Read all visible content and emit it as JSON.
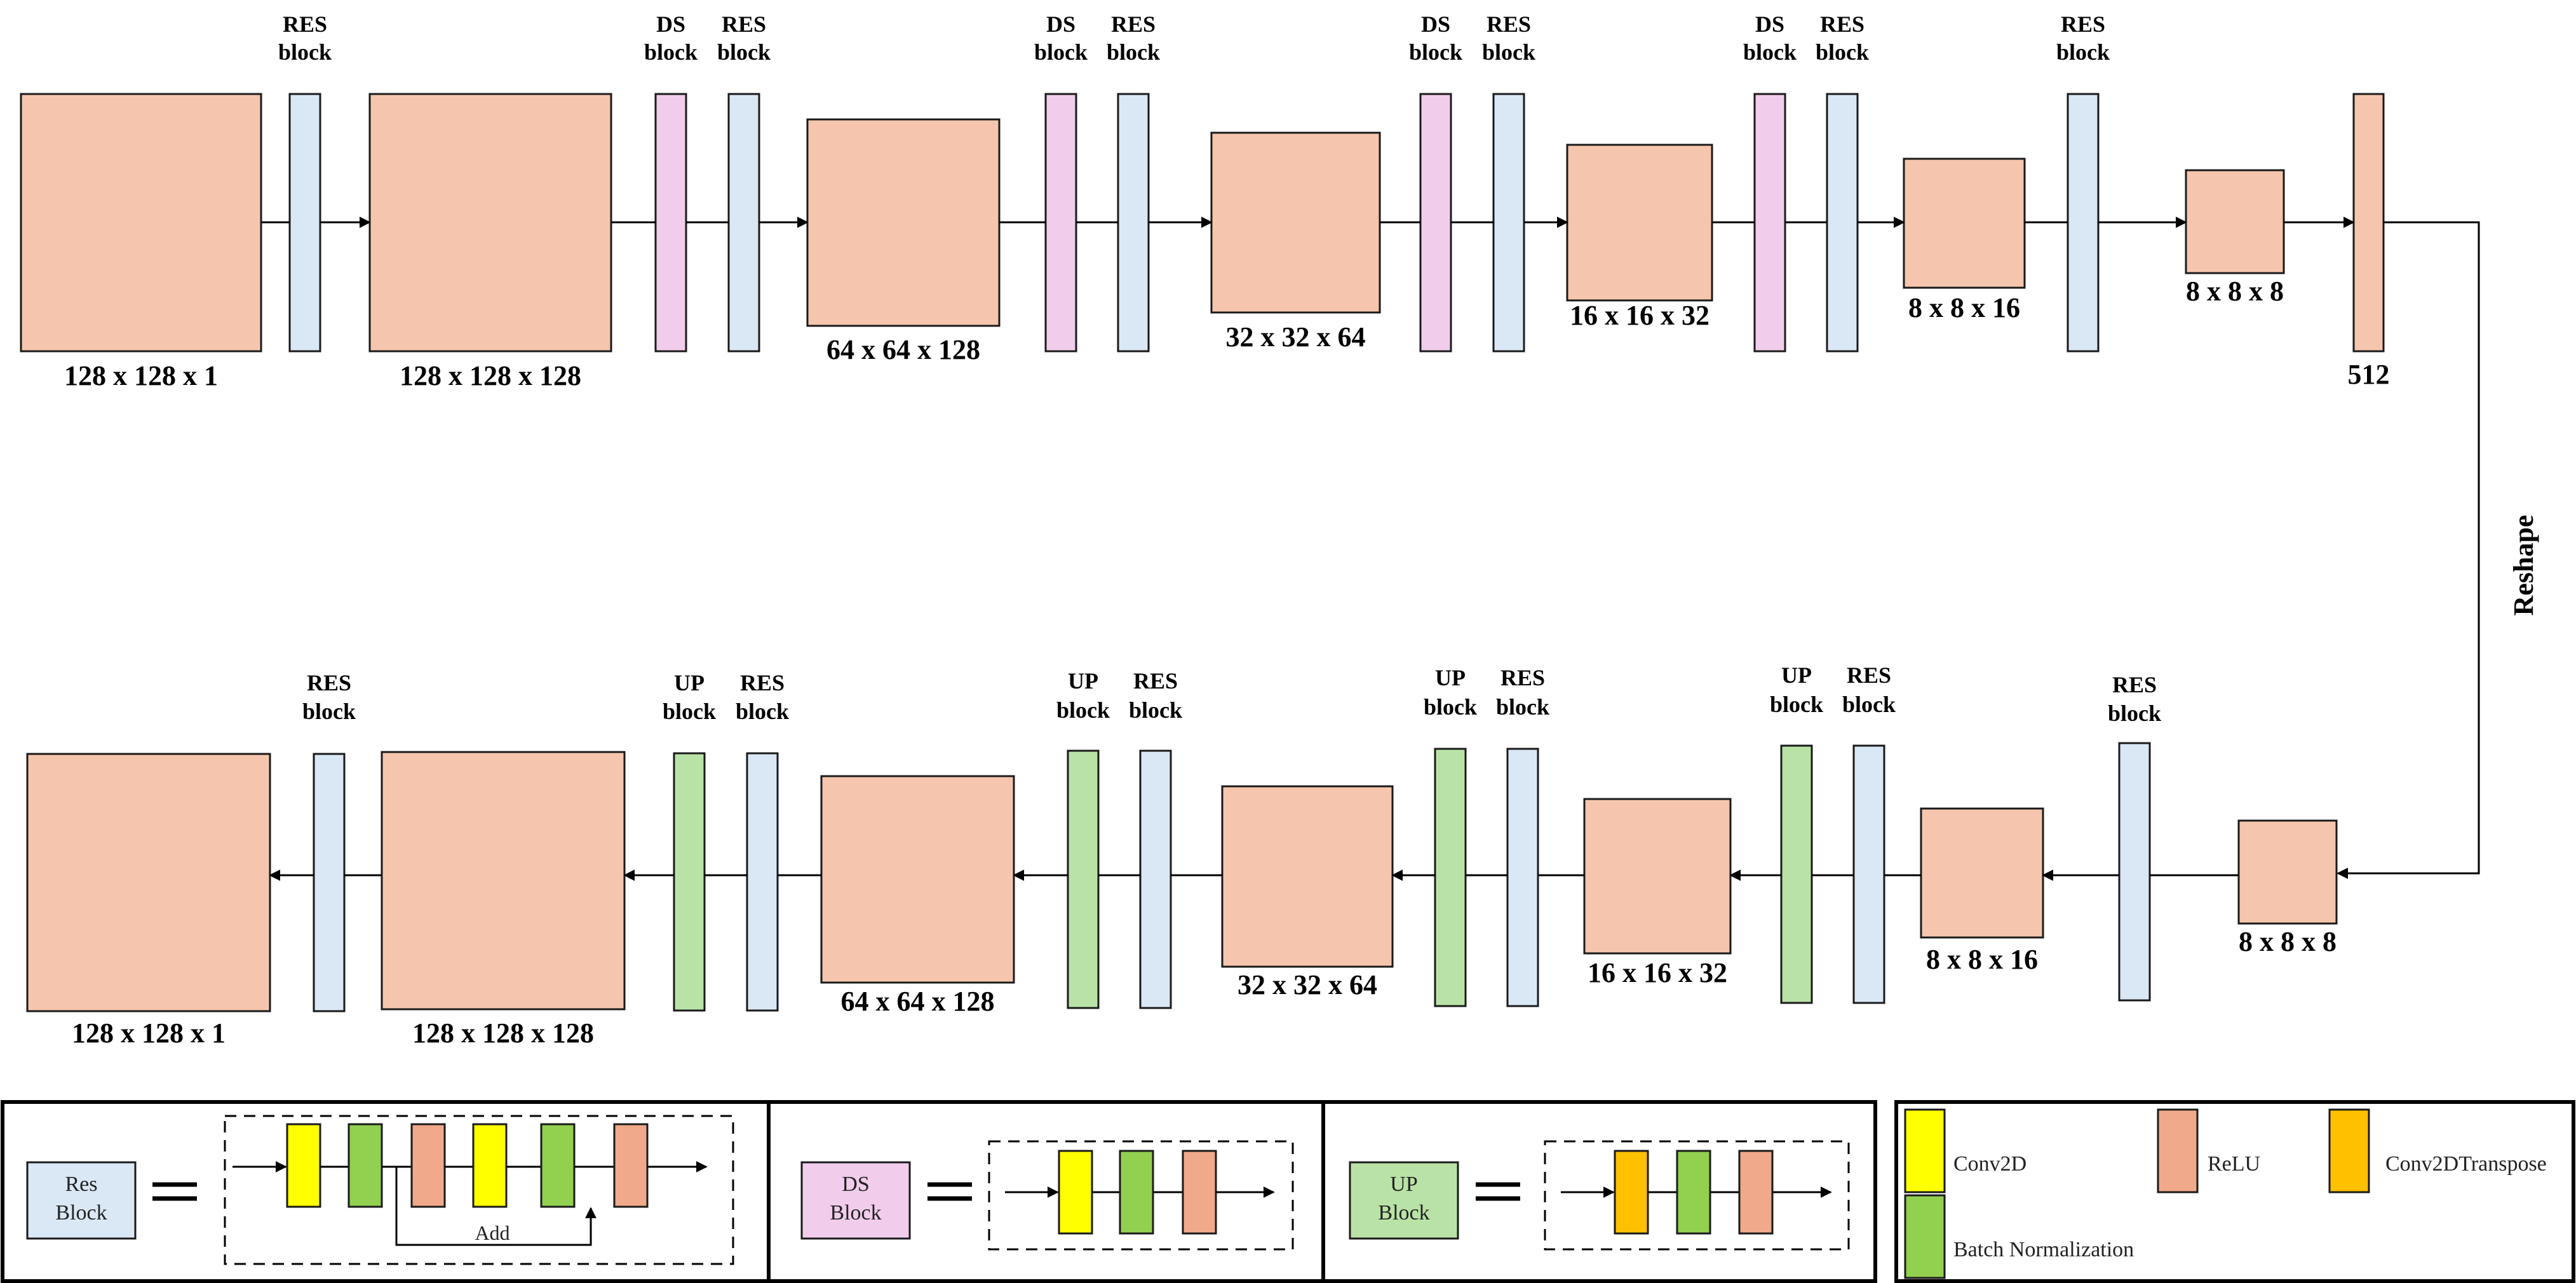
{
  "colors": {
    "feature_map": "#f5c6ad",
    "res_block": "#dae8f5",
    "ds_block": "#f1cdeb",
    "up_block": "#b9e3a6",
    "conv2d": "#ffff00",
    "batch_norm": "#92d050",
    "relu": "#f0a98a",
    "conv2d_transpose": "#ffc000",
    "stroke": "#1a1a1a",
    "arrow": "#000000"
  },
  "encoder": {
    "maps": [
      "128 x 128 x 1",
      "128 x 128 x 128",
      "64 x 64 x 128",
      "32 x 32 x 64",
      "16 x 16 x 32",
      "8 x 8 x 16",
      "8 x 8 x 8",
      "512"
    ],
    "headers": [
      "RES\nblock",
      "DS\nblock",
      "RES\nblock",
      "DS\nblock",
      "RES\nblock",
      "DS\nblock",
      "RES\nblock",
      "DS\nblock",
      "RES\nblock",
      "RES\nblock"
    ]
  },
  "reshape_label": "Reshape",
  "decoder": {
    "maps": [
      "8 x 8 x 8",
      "8 x 8 x 16",
      "16 x 16 x 32",
      "32 x 32 x 64",
      "64 x 64 x 128",
      "128 x 128 x 128",
      "128 x 128 x 1"
    ],
    "headers": [
      "RES\nblock",
      "UP\nblock",
      "RES\nblock",
      "UP\nblock",
      "RES\nblock",
      "UP\nblock",
      "RES\nblock",
      "UP\nblock",
      "RES\nblock",
      "RES\nblock"
    ]
  },
  "legend": {
    "res_block_label": "Res\nBlock",
    "ds_block_label": "DS\nBlock",
    "up_block_label": "UP\nBlock",
    "add_label": "Add",
    "conv2d": "Conv2D",
    "relu": "ReLU",
    "conv2d_transpose": "Conv2DTranspose",
    "batch_norm": "Batch Normalization"
  }
}
